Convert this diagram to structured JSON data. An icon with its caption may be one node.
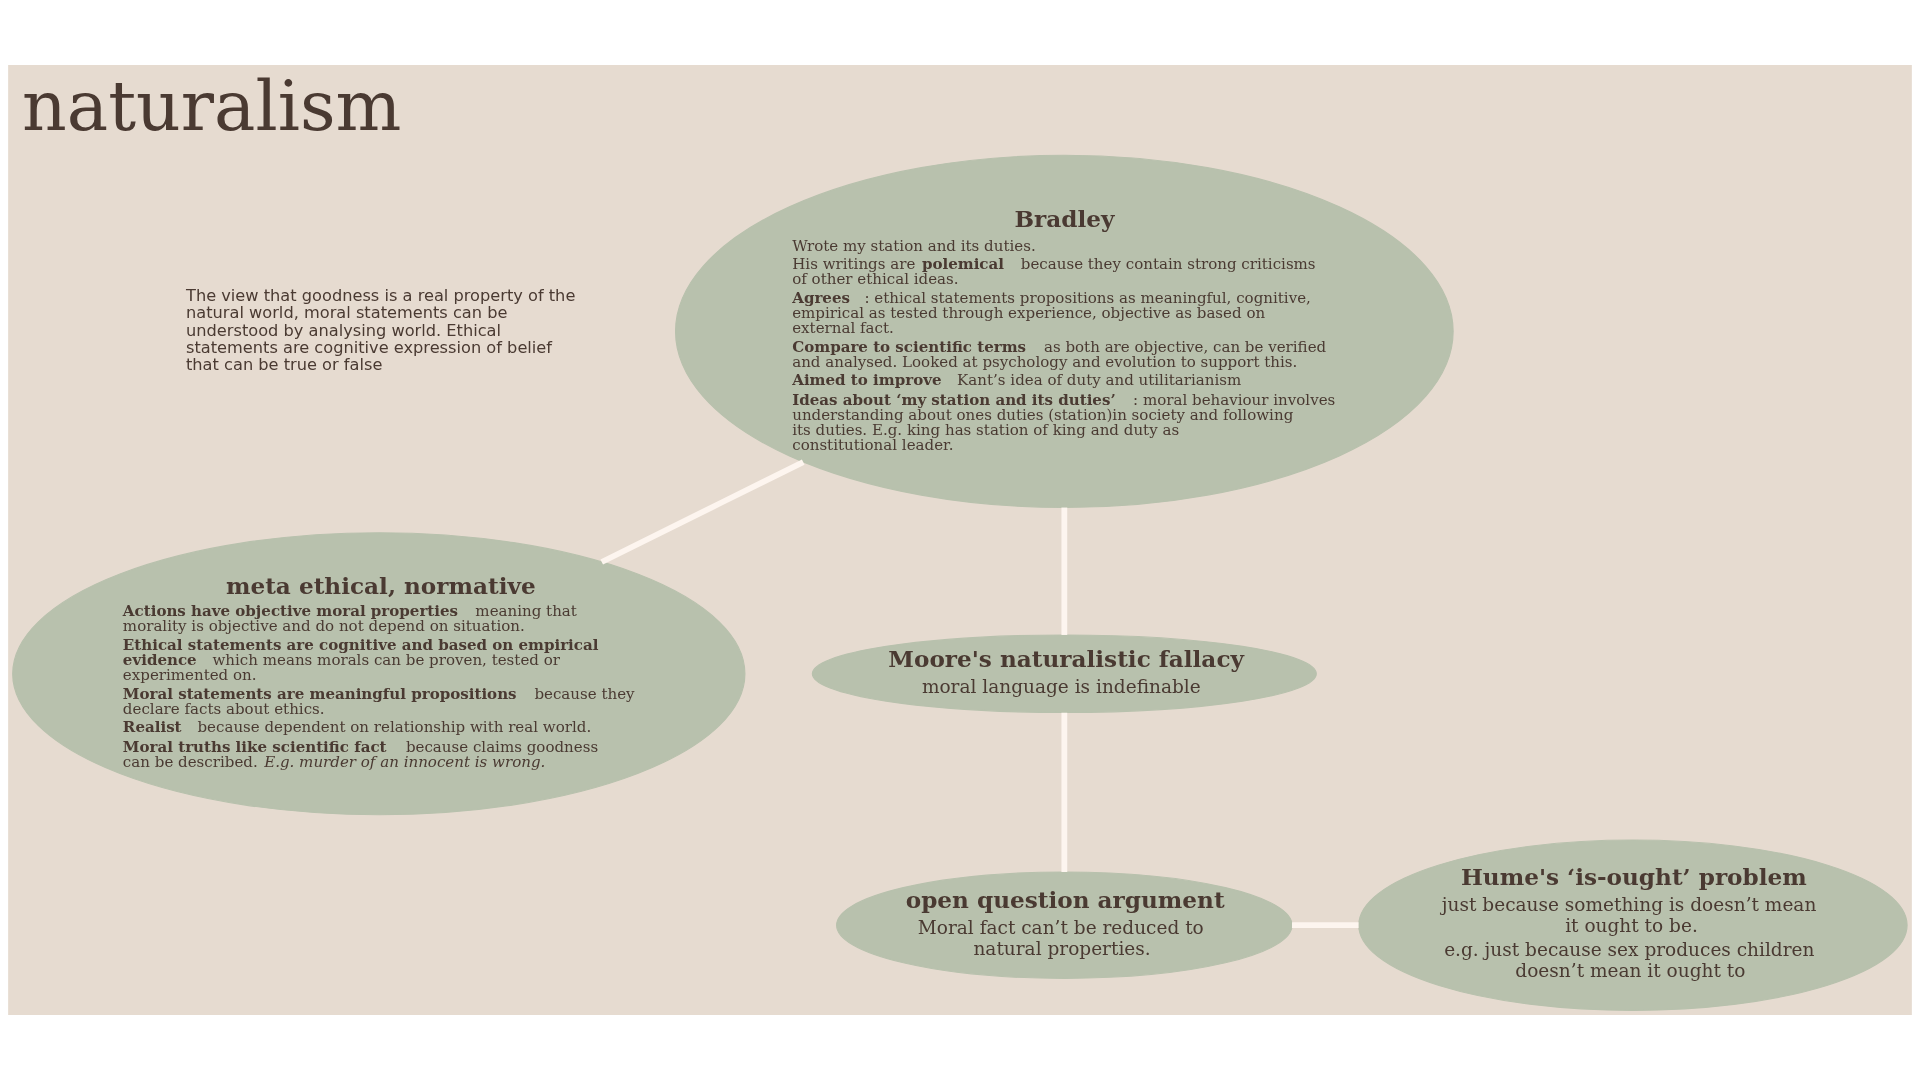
{
  "diagram": {
    "title": "naturalism",
    "nodes": [
      {
        "text": [
          "meta ethical, normative",
          "**Actions have objective moral properties** meaning that morality is objective and do not depend on situation.",
          "**Ethical statements are cognitive and based on empirical evidence** which means morals can be proven, tested or experimented on.",
          "**Moral statements are meaningful propositions** because they declare facts about ethics.",
          "**Realist** because dependent on relationship with real world.",
          "**Moral truths like scientific fact** because claims goodness can be described. *E.g. murder of an innocent is wrong.*"
        ]
      },
      {
        "text": [
          "Bradley",
          "Wrote my station and its duties.",
          "His writings are **polemical** because they contain strong criticisms of other ethical ideas.",
          "**Agrees**: ethical statements propositions as meaningful, cognitive, empirical as tested through experience, objective as based on external fact.",
          "**Compare to scientific terms** as both are objective, can be verified and analysed. Looked at psychology and evolution to support this.",
          "**Aimed to improve** Kant’s idea of duty and utilitarianism",
          "**Ideas about ‘my station and its duties’** : moral behaviour involves understanding about ones duties (station)in society and following its duties. E.g. king has station of king and duty as constitutional leader."
        ]
      },
      {
        "text": [
          "Moore's naturalistic fallacy",
          "moral language is indefinable"
        ]
      },
      {
        "text": [
          "open question argument",
          "Moral fact can’t be reduced to natural properties."
        ]
      },
      {
        "text": [
          "Hume's ‘is-ought’ problem",
          "just because something is doesn’t mean it ought to be.",
          "e.g. just because sex produces children doesn’t mean it ought to"
        ]
      }
    ],
    "edges": [
      {
        "from": 0,
        "to": 1,
        "arrow": "none"
      },
      {
        "from": 1,
        "to": 2,
        "arrow": "none"
      },
      {
        "from": 2,
        "to": 3,
        "arrow": "none"
      },
      {
        "from": 3,
        "to": 4,
        "arrow": "none"
      }
    ],
    "labels": [
      "The view that goodness is a real property of the natural world, moral statements can be understood by analysing world. Ethical statements are cognitive expression of belief that can be true or false"
    ]
  }
}
